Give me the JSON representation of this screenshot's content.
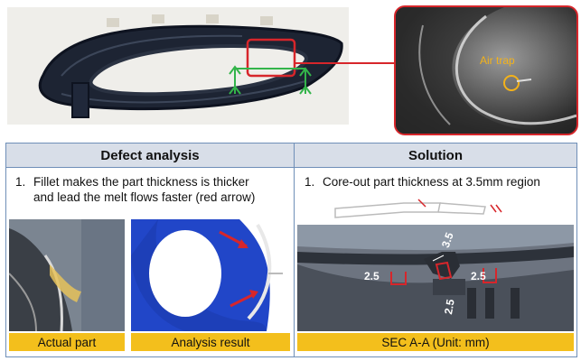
{
  "zoom": {
    "label": "Air trap"
  },
  "defect": {
    "header": "Defect analysis",
    "item_number": "1.",
    "line1": "Fillet makes the part thickness is thicker",
    "line2": "and lead the melt flows faster (red arrow)",
    "caption_left": "Actual part",
    "caption_right": "Analysis result"
  },
  "solution": {
    "header": "Solution",
    "item_number": "1.",
    "text": "Core-out part thickness at 3.5mm region",
    "caption": "SEC A-A (Unit: mm)",
    "dims": [
      "3.5",
      "2.5",
      "2.5",
      "2.5"
    ]
  },
  "colors": {
    "highlight_red": "#d7262b",
    "marker_green": "#33b44a",
    "caption_yellow": "#f3bf1c",
    "header_bg": "#d8dee8",
    "air_trap_orange": "#f3b21a",
    "analysis_blue": "#2146c8"
  }
}
